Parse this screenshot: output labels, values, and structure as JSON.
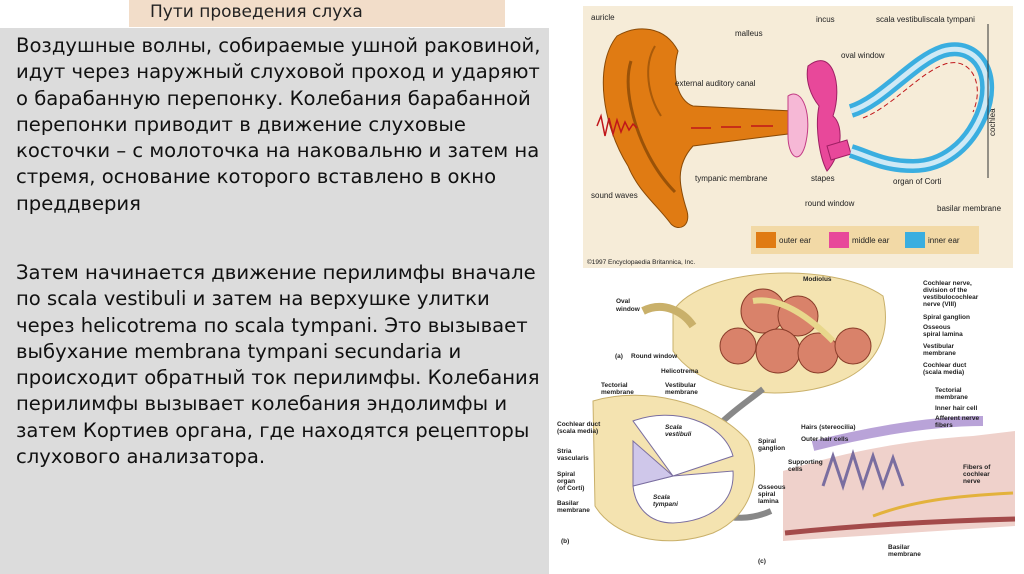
{
  "slide": {
    "title": "Пути проведения слуха",
    "paragraphs": [
      "Воздушные волны, собираемые ушной раковиной, идут через наружный слуховой проход и ударяют о барабанную перепонку. Колебания барабанной перепонки приводит в движение слуховые косточки – с молоточка на наковальню и затем на стремя, основание которого вставлено в окно преддверия",
      "Затем начинается движение перилимфы вначале по scala vestibuli и затем на верхушке улитки через helicotrema по scala tympani. Это вызывает выбухание membrana tympani secundaria и происходит обратный ток перилимфы. Колебания перилимфы вызывает колебания эндолимфы и затем Кортиев органа, где находятся рецепторы слухового анализатора."
    ]
  },
  "figure_top": {
    "labels": {
      "auricle": "auricle",
      "malleus": "malleus",
      "incus": "incus",
      "scala_vestibuli": "scala vestibuli",
      "scala_tympani": "scala tympani",
      "oval_window": "oval window",
      "external_canal": "external auditory canal",
      "cochlea": "cochlea",
      "sound_waves": "sound waves",
      "tympanic_membrane": "tympanic membrane",
      "stapes": "stapes",
      "organ_of_corti": "organ of Corti",
      "round_window": "round window",
      "basilar_membrane": "basilar membrane"
    },
    "legend": [
      {
        "label": "outer ear",
        "color": "#e07b13"
      },
      {
        "label": "middle ear",
        "color": "#e8489a"
      },
      {
        "label": "inner ear",
        "color": "#3aaee0"
      }
    ],
    "copyright": "©1997 Encyclopaedia Britannica, Inc."
  },
  "figure_bottom": {
    "labels": {
      "modiolus": "Modiolus",
      "oval_window": [
        "Oval",
        "window"
      ],
      "panel_a": "(a)",
      "round_window": "Round window",
      "helicotrema": "Helicotrema",
      "cochlear_nerve": [
        "Cochlear nerve,",
        "division of the",
        "vestibulocochlear",
        "nerve (VIII)"
      ],
      "spiral_ganglion": "Spiral ganglion",
      "osseous_lamina": [
        "Osseous",
        "spiral lamina"
      ],
      "vestibular_membrane": [
        "Vestibular",
        "membrane"
      ],
      "cochlear_duct": [
        "Cochlear duct",
        "(scala media)"
      ],
      "tectorial_membrane_b": [
        "Tectorial",
        "membrane"
      ],
      "vestibular_membrane_b": [
        "Vestibular",
        "membrane"
      ],
      "cochlear_duct_b": [
        "Cochlear duct",
        "(scala media)"
      ],
      "scala_vestibuli_b": [
        "Scala",
        "vestibuli"
      ],
      "spiral_ganglion_b": [
        "Spiral",
        "ganglion"
      ],
      "stria_vascularis": [
        "Stria",
        "vascularis"
      ],
      "spiral_organ": [
        "Spiral",
        "organ",
        "(of Corti)"
      ],
      "basilar_membrane_b": [
        "Basilar",
        "membrane"
      ],
      "scala_tympani_b": [
        "Scala",
        "tympani"
      ],
      "osseous_b": [
        "Osseous",
        "spiral",
        "lamina"
      ],
      "panel_b": "(b)",
      "tectorial_c": [
        "Tectorial",
        "membrane"
      ],
      "inner_hair_cell": "Inner hair cell",
      "afferent_fibers": [
        "Afferent nerve",
        "fibers"
      ],
      "hairs": "Hairs (stereocilia)",
      "outer_hair_cells": "Outer hair cells",
      "supporting_cells": [
        "Supporting",
        "cells"
      ],
      "fibers_cochlear": [
        "Fibers of",
        "cochlear",
        "nerve"
      ],
      "basilar_c": [
        "Basilar",
        "membrane"
      ],
      "panel_c": "(c)"
    }
  }
}
